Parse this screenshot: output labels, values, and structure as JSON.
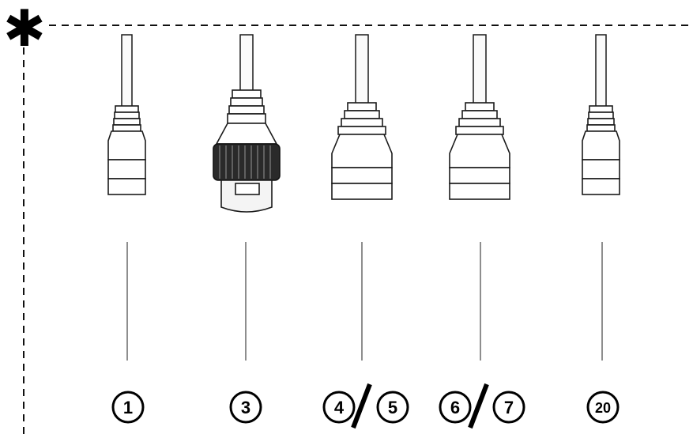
{
  "diagram": {
    "marker_symbol": "✱",
    "connectors": [
      {
        "id": "c1",
        "label": "1",
        "style": "small-plug"
      },
      {
        "id": "c3",
        "label": "3",
        "style": "round-connector"
      },
      {
        "id": "c45",
        "label_a": "4",
        "label_b": "5",
        "style": "wide-plug"
      },
      {
        "id": "c67",
        "label_a": "6",
        "label_b": "7",
        "style": "wide-plug"
      },
      {
        "id": "c20",
        "label": "20",
        "style": "small-plug"
      }
    ]
  }
}
